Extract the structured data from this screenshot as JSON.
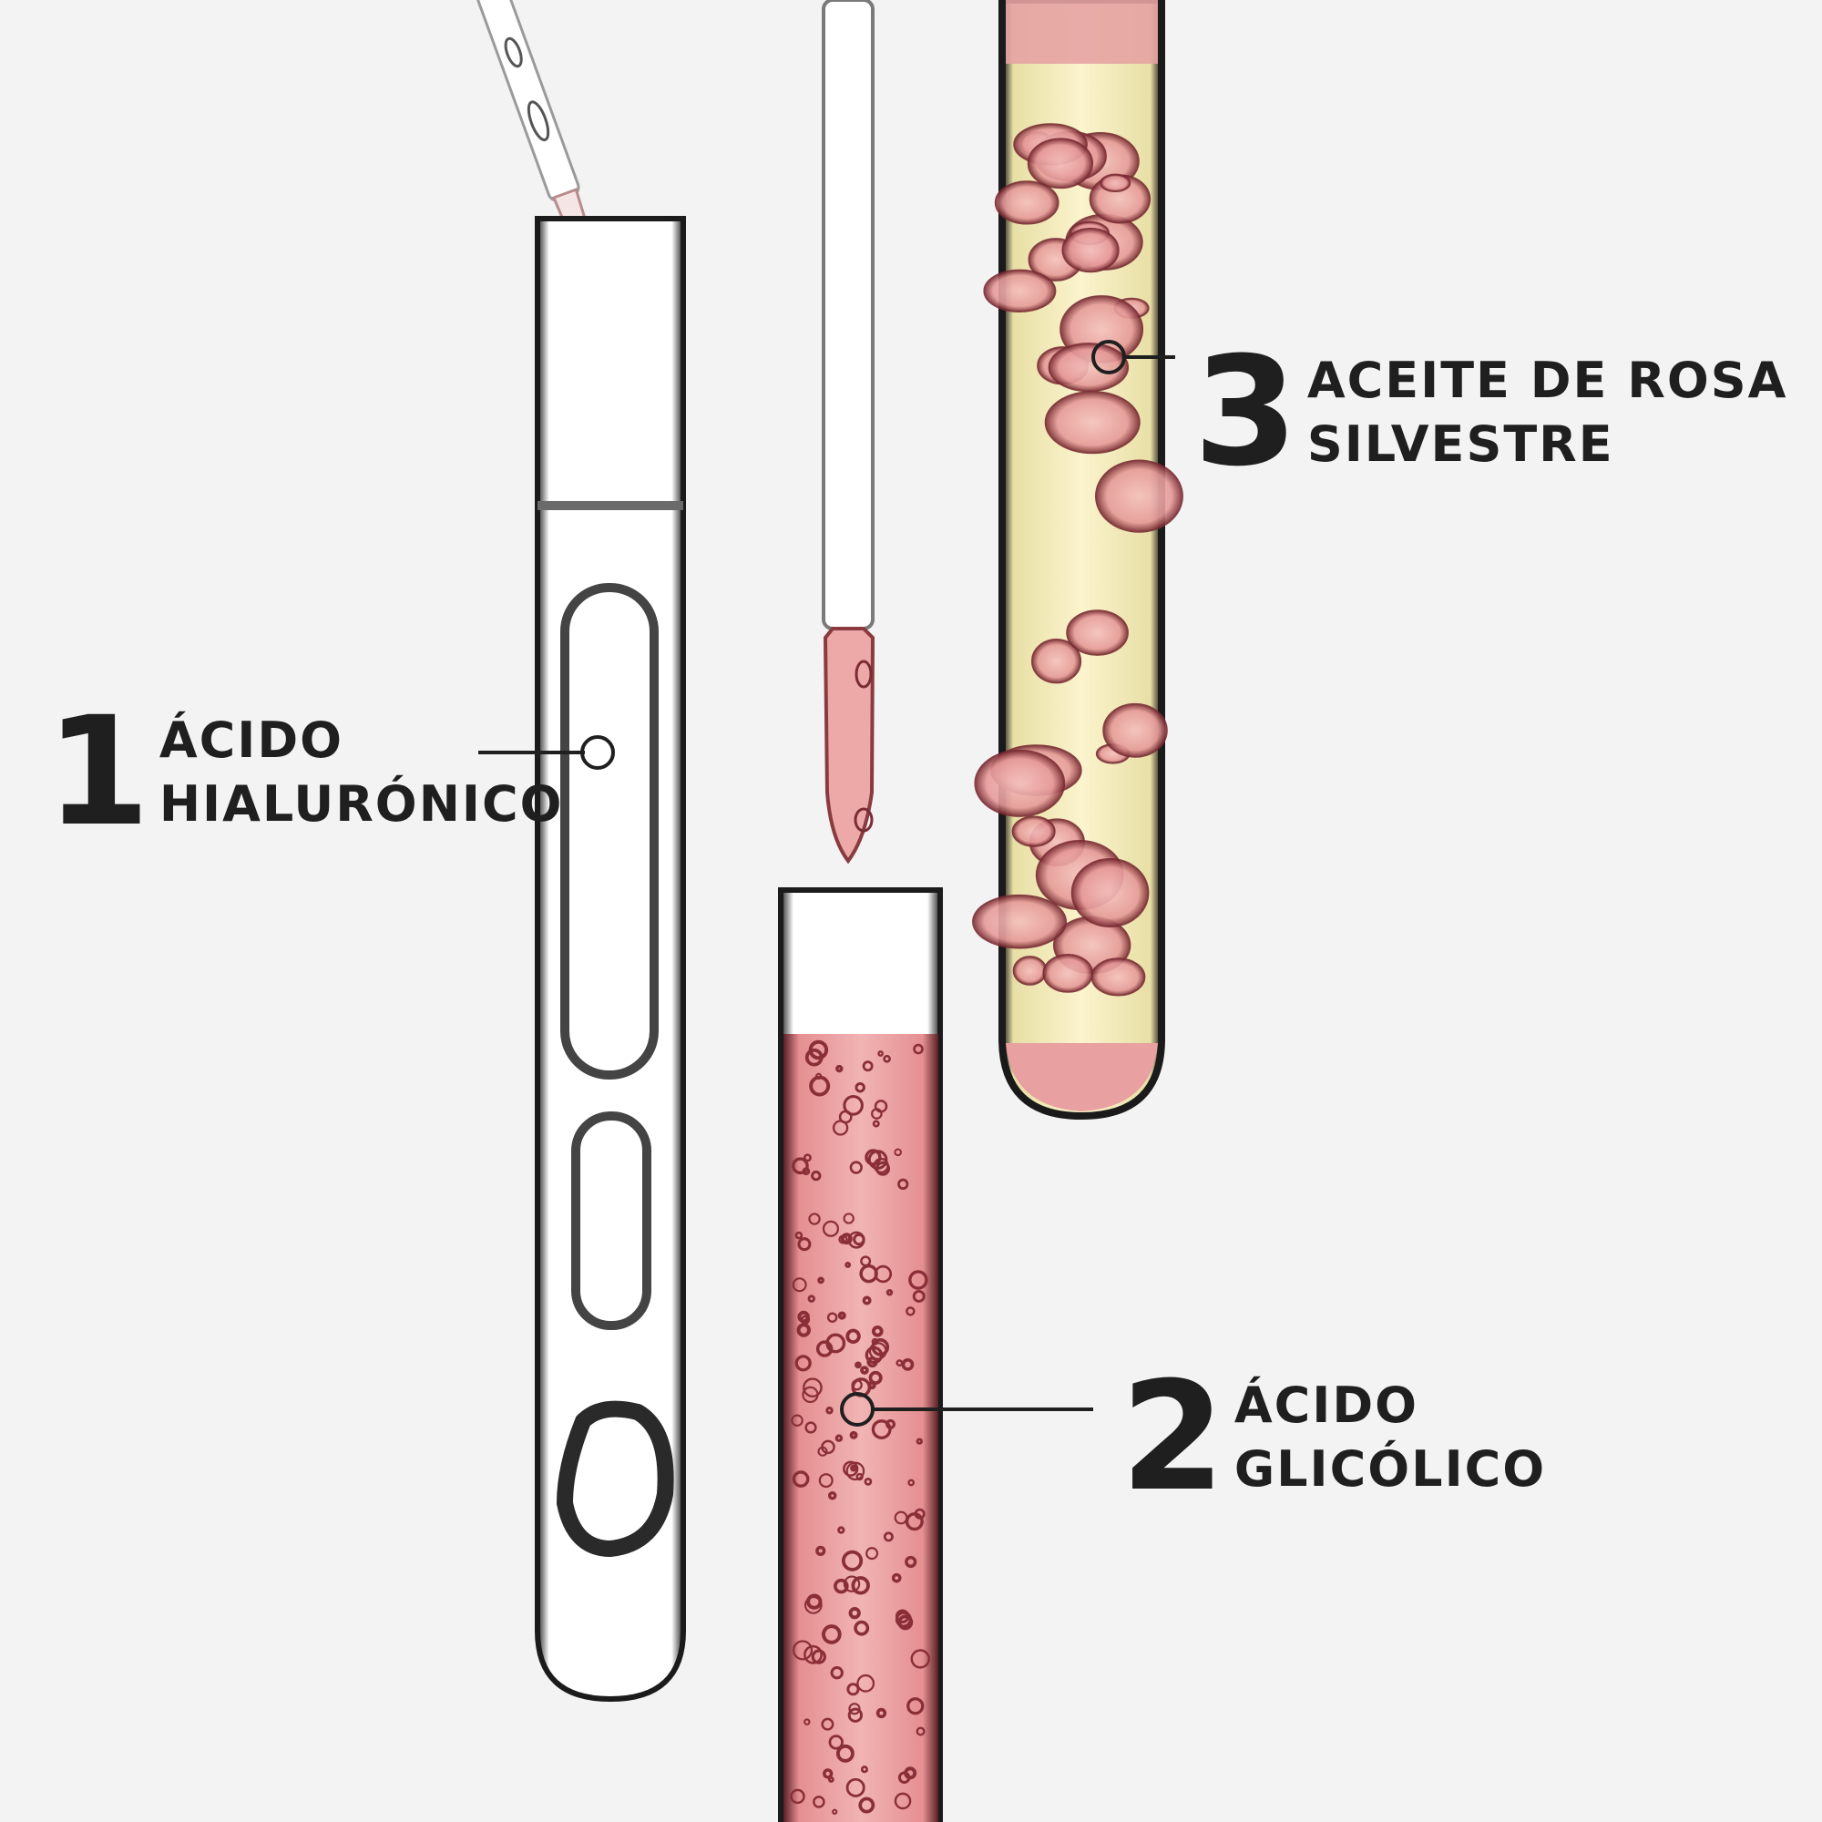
{
  "colors": {
    "background": "#f3f3f3",
    "text": "#1f1f1f",
    "glass_edge": "#1b1b1b",
    "pink_liquid": "#e9a1a1",
    "yellow_oil": "#f6eeb9",
    "rose_drop": "#e39a9a"
  },
  "labels": [
    {
      "number": "1",
      "line1": "ÁCIDO",
      "line2": "HIALURÓNICO"
    },
    {
      "number": "2",
      "line1": "ÁCIDO",
      "line2": "GLICÓLICO"
    },
    {
      "number": "3",
      "line1": "ACEITE DE ROSA",
      "line2": "SILVESTRE"
    }
  ]
}
